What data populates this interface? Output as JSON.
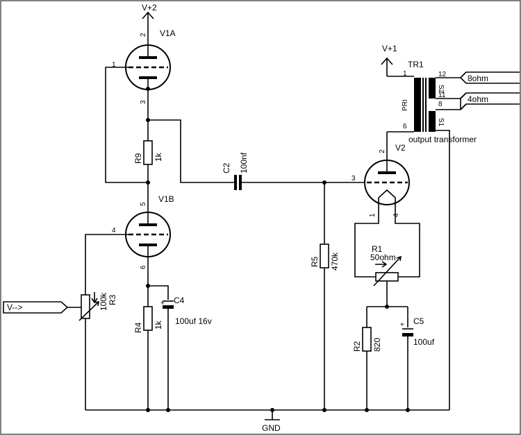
{
  "supplies": {
    "v2": "V+2",
    "v1": "V+1",
    "gnd": "GND"
  },
  "input": {
    "label": "V-->"
  },
  "tubes": {
    "v1a": {
      "name": "V1A",
      "pin_grid": "1",
      "pin_plate": "2",
      "pin_cathode": "3"
    },
    "v1b": {
      "name": "V1B",
      "pin_grid": "4",
      "pin_plate": "5",
      "pin_cathode": "6"
    },
    "v2": {
      "name": "V2",
      "pin_plate": "2",
      "pin_grid": "3",
      "pin_h1": "1",
      "pin_h2": "4"
    }
  },
  "components": {
    "r9": {
      "name": "R9",
      "value": "1k"
    },
    "r4": {
      "name": "R4",
      "value": "1k"
    },
    "r3": {
      "name": "R3",
      "value": "100k"
    },
    "r5": {
      "name": "R5",
      "value": "470k"
    },
    "r2": {
      "name": "R2",
      "value": "820"
    },
    "r1": {
      "name": "R1",
      "value": "50ohm"
    },
    "c2": {
      "name": "C2",
      "value": "100nf"
    },
    "c4": {
      "name": "C4",
      "value": "100uf 16v"
    },
    "c5": {
      "name": "C5",
      "value": "100uf"
    }
  },
  "transformer": {
    "name": "TR1",
    "desc": "output transformer",
    "pri": "PRI",
    "sec_a": "S2",
    "sec_b": "S1",
    "pins": {
      "p1": "1",
      "p6": "6",
      "p12": "12",
      "p11": "11",
      "p8": "8"
    },
    "taps": {
      "t8": "8ohm",
      "t4": "4ohm"
    }
  }
}
